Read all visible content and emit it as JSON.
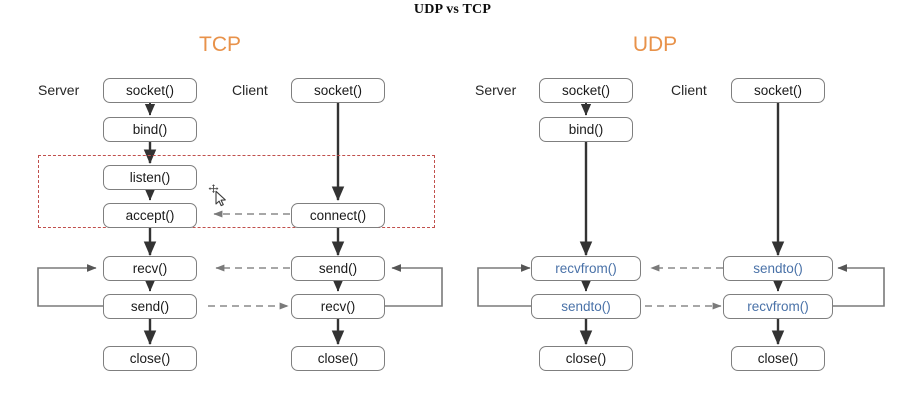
{
  "title": "UDP vs TCP",
  "colors": {
    "protocol_heading": "#e8924a",
    "node_border": "#7f7f7f",
    "node_text": "#1a1a1a",
    "udp_call_text": "#4a72a8",
    "dashed_region": "#c0504d",
    "arrow": "#333333",
    "dashed_arrow": "#808080",
    "background": "#ffffff"
  },
  "panels": [
    {
      "id": "tcp",
      "heading": "TCP",
      "server": {
        "label": "Server",
        "nodes": [
          {
            "label": "socket()",
            "accent": false
          },
          {
            "label": "bind()",
            "accent": false
          },
          {
            "label": "listen()",
            "accent": false
          },
          {
            "label": "accept()",
            "accent": false
          },
          {
            "label": "recv()",
            "accent": false
          },
          {
            "label": "send()",
            "accent": false
          },
          {
            "label": "close()",
            "accent": false
          }
        ]
      },
      "client": {
        "label": "Client",
        "nodes": [
          {
            "label": "socket()",
            "accent": false
          },
          {
            "label": "connect()",
            "accent": false
          },
          {
            "label": "send()",
            "accent": false
          },
          {
            "label": "recv()",
            "accent": false
          },
          {
            "label": "close()",
            "accent": false
          }
        ]
      },
      "region": {
        "present": true,
        "style": "dashed",
        "color": "#c0504d"
      },
      "cursor": {
        "present": true,
        "kind": "move-cursor-icon"
      }
    },
    {
      "id": "udp",
      "heading": "UDP",
      "server": {
        "label": "Server",
        "nodes": [
          {
            "label": "socket()",
            "accent": false
          },
          {
            "label": "bind()",
            "accent": false
          },
          {
            "label": "recvfrom()",
            "accent": true
          },
          {
            "label": "sendto()",
            "accent": true
          },
          {
            "label": "close()",
            "accent": false
          }
        ]
      },
      "client": {
        "label": "Client",
        "nodes": [
          {
            "label": "socket()",
            "accent": false
          },
          {
            "label": "sendto()",
            "accent": true
          },
          {
            "label": "recvfrom()",
            "accent": true
          },
          {
            "label": "close()",
            "accent": false
          }
        ]
      },
      "region": {
        "present": false
      },
      "cursor": {
        "present": false
      }
    }
  ]
}
